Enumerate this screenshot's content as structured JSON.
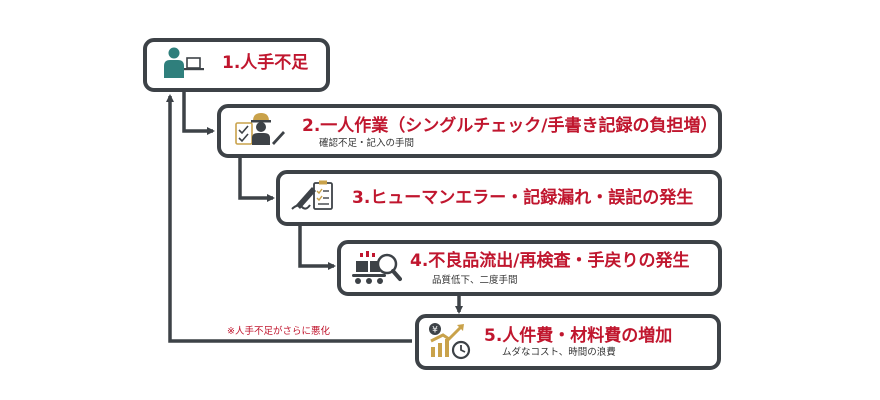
{
  "steps": [
    {
      "title": "1.人手不足",
      "subtitle": "",
      "icon": "worker-at-desk-icon"
    },
    {
      "title": "2.一人作業（シングルチェック/手書き記録の負担増）",
      "subtitle": "確認不足・記入の手間",
      "icon": "engineer-checklist-icon"
    },
    {
      "title": "3.ヒューマンエラー・記録漏れ・誤記の発生",
      "subtitle": "",
      "icon": "checklist-pen-icon"
    },
    {
      "title": "4.不良品流出/再検査・手戻りの発生",
      "subtitle": "品質低下、二度手間",
      "icon": "inspection-conveyor-icon"
    },
    {
      "title": "5.人件費・材料費の増加",
      "subtitle": "ムダなコスト、時間の浪費",
      "icon": "cost-growth-icon"
    }
  ],
  "feedback_note": "※人手不足がさらに悪化",
  "colors": {
    "accent": "#c0162e",
    "border": "#3d4247",
    "icon_teal": "#2f7f7c",
    "icon_gold": "#c9a24a"
  }
}
